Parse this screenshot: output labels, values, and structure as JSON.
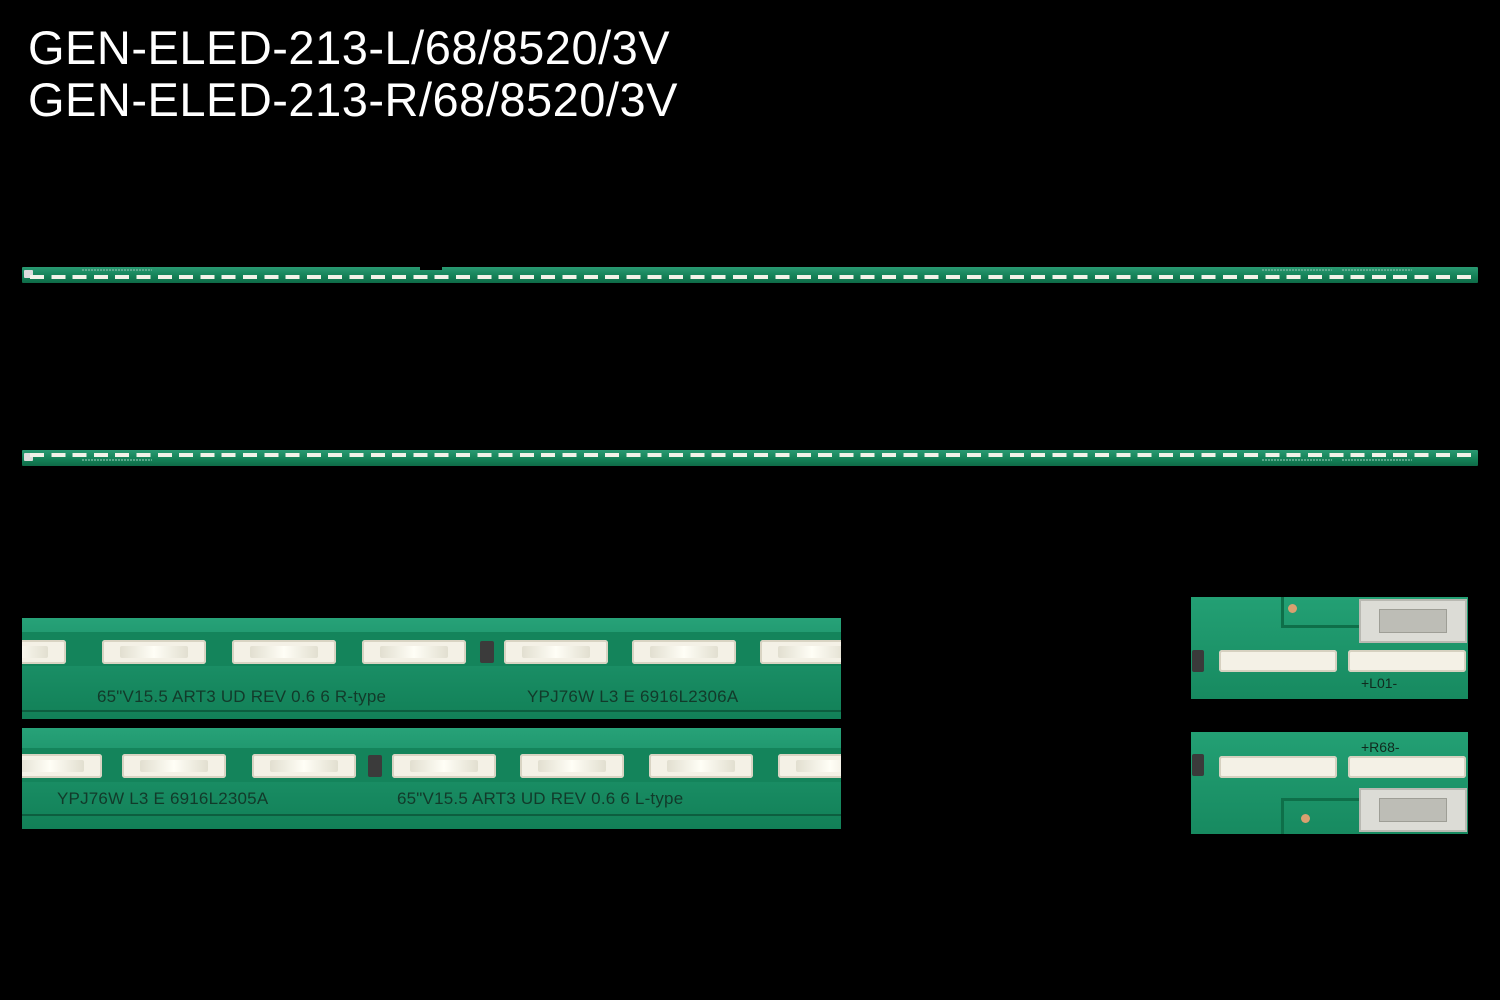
{
  "titles": {
    "line1": "GEN-ELED-213-L/68/8520/3V",
    "line2": "GEN-ELED-213-R/68/8520/3V"
  },
  "zoom_top": {
    "text_left": "65\"V15.5 ART3 UD REV 0.6 6 R-type",
    "text_right": "YPJ76W L3 E 6916L2306A"
  },
  "zoom_bottom": {
    "text_left": "YPJ76W L3 E 6916L2305A",
    "text_right": "65\"V15.5 ART3 UD REV 0.6 6 L-type"
  },
  "connector_top": {
    "label": "+L01-"
  },
  "connector_bottom": {
    "label": "+R68-"
  },
  "colors": {
    "background": "#000000",
    "pcb_green": "#1b9067",
    "led_white": "#f4f1e6",
    "title_text": "#ffffff"
  }
}
